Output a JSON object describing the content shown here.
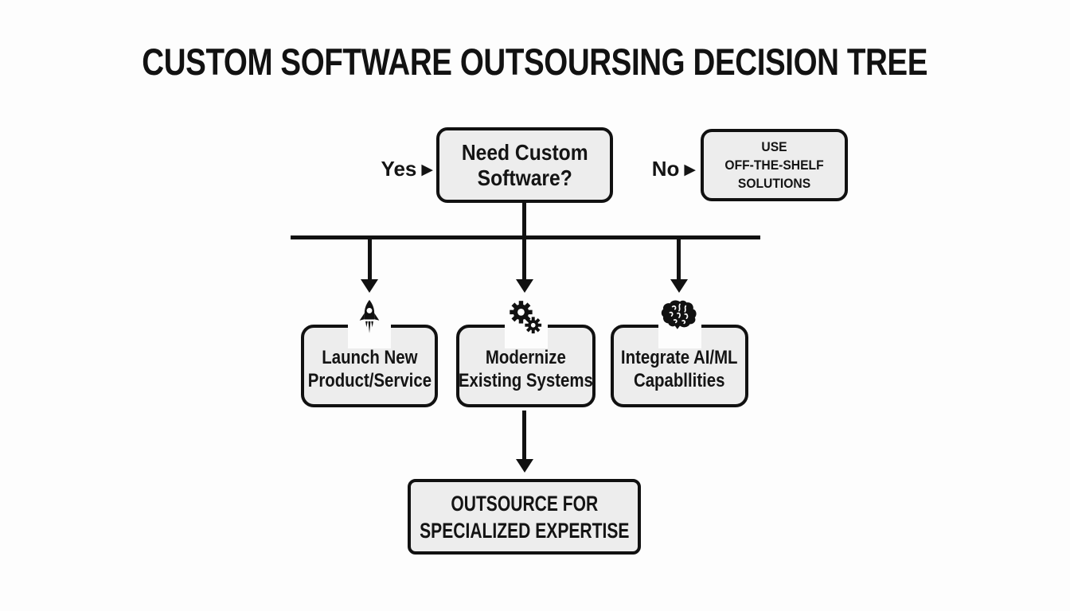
{
  "title": "CUSTOM SOFTWARE OUTSOURSING DECISION TREE",
  "colors": {
    "background": "#fdfdfd",
    "box_fill": "#ededed",
    "box_border": "#111111",
    "connector": "#111111",
    "text": "#141414"
  },
  "root_node": {
    "line1": "Need Custom",
    "line2": "Software?"
  },
  "yes_branch": {
    "label": "Yes",
    "arrow_glyph": "▶"
  },
  "no_branch": {
    "label": "No",
    "arrow_glyph": "▶"
  },
  "off_shelf_node": {
    "line1": "USE",
    "line2": "OFF-THE-SHELF",
    "line3": "SOLUTIONS"
  },
  "branch_nodes": [
    {
      "icon": "rocket-icon",
      "line1": "Launch New",
      "line2": "Product/Service"
    },
    {
      "icon": "gears-icon",
      "line1": "Modernize",
      "line2": "Existing Systems"
    },
    {
      "icon": "brain-icon",
      "line1": "Integrate AI/ML",
      "line2": "Capabllities"
    }
  ],
  "outcome_node": {
    "line1": "OUTSOURCE FOR",
    "line2": "SPECIALIZED EXPERTISE"
  }
}
